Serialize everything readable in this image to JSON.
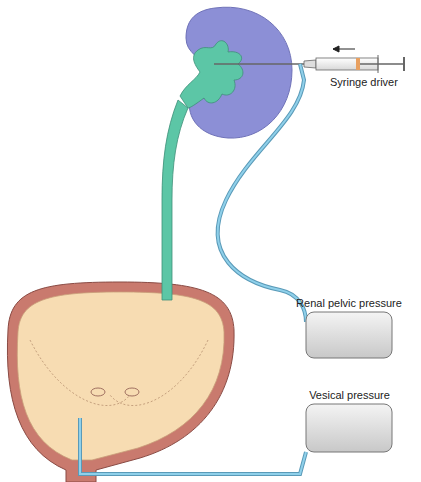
{
  "diagram": {
    "nodes": [
      {
        "text": [
          "Renal pelvic pressure"
        ]
      },
      {
        "text": [
          "Vesical pressure"
        ]
      }
    ],
    "labels": [
      "Syringe driver"
    ]
  }
}
